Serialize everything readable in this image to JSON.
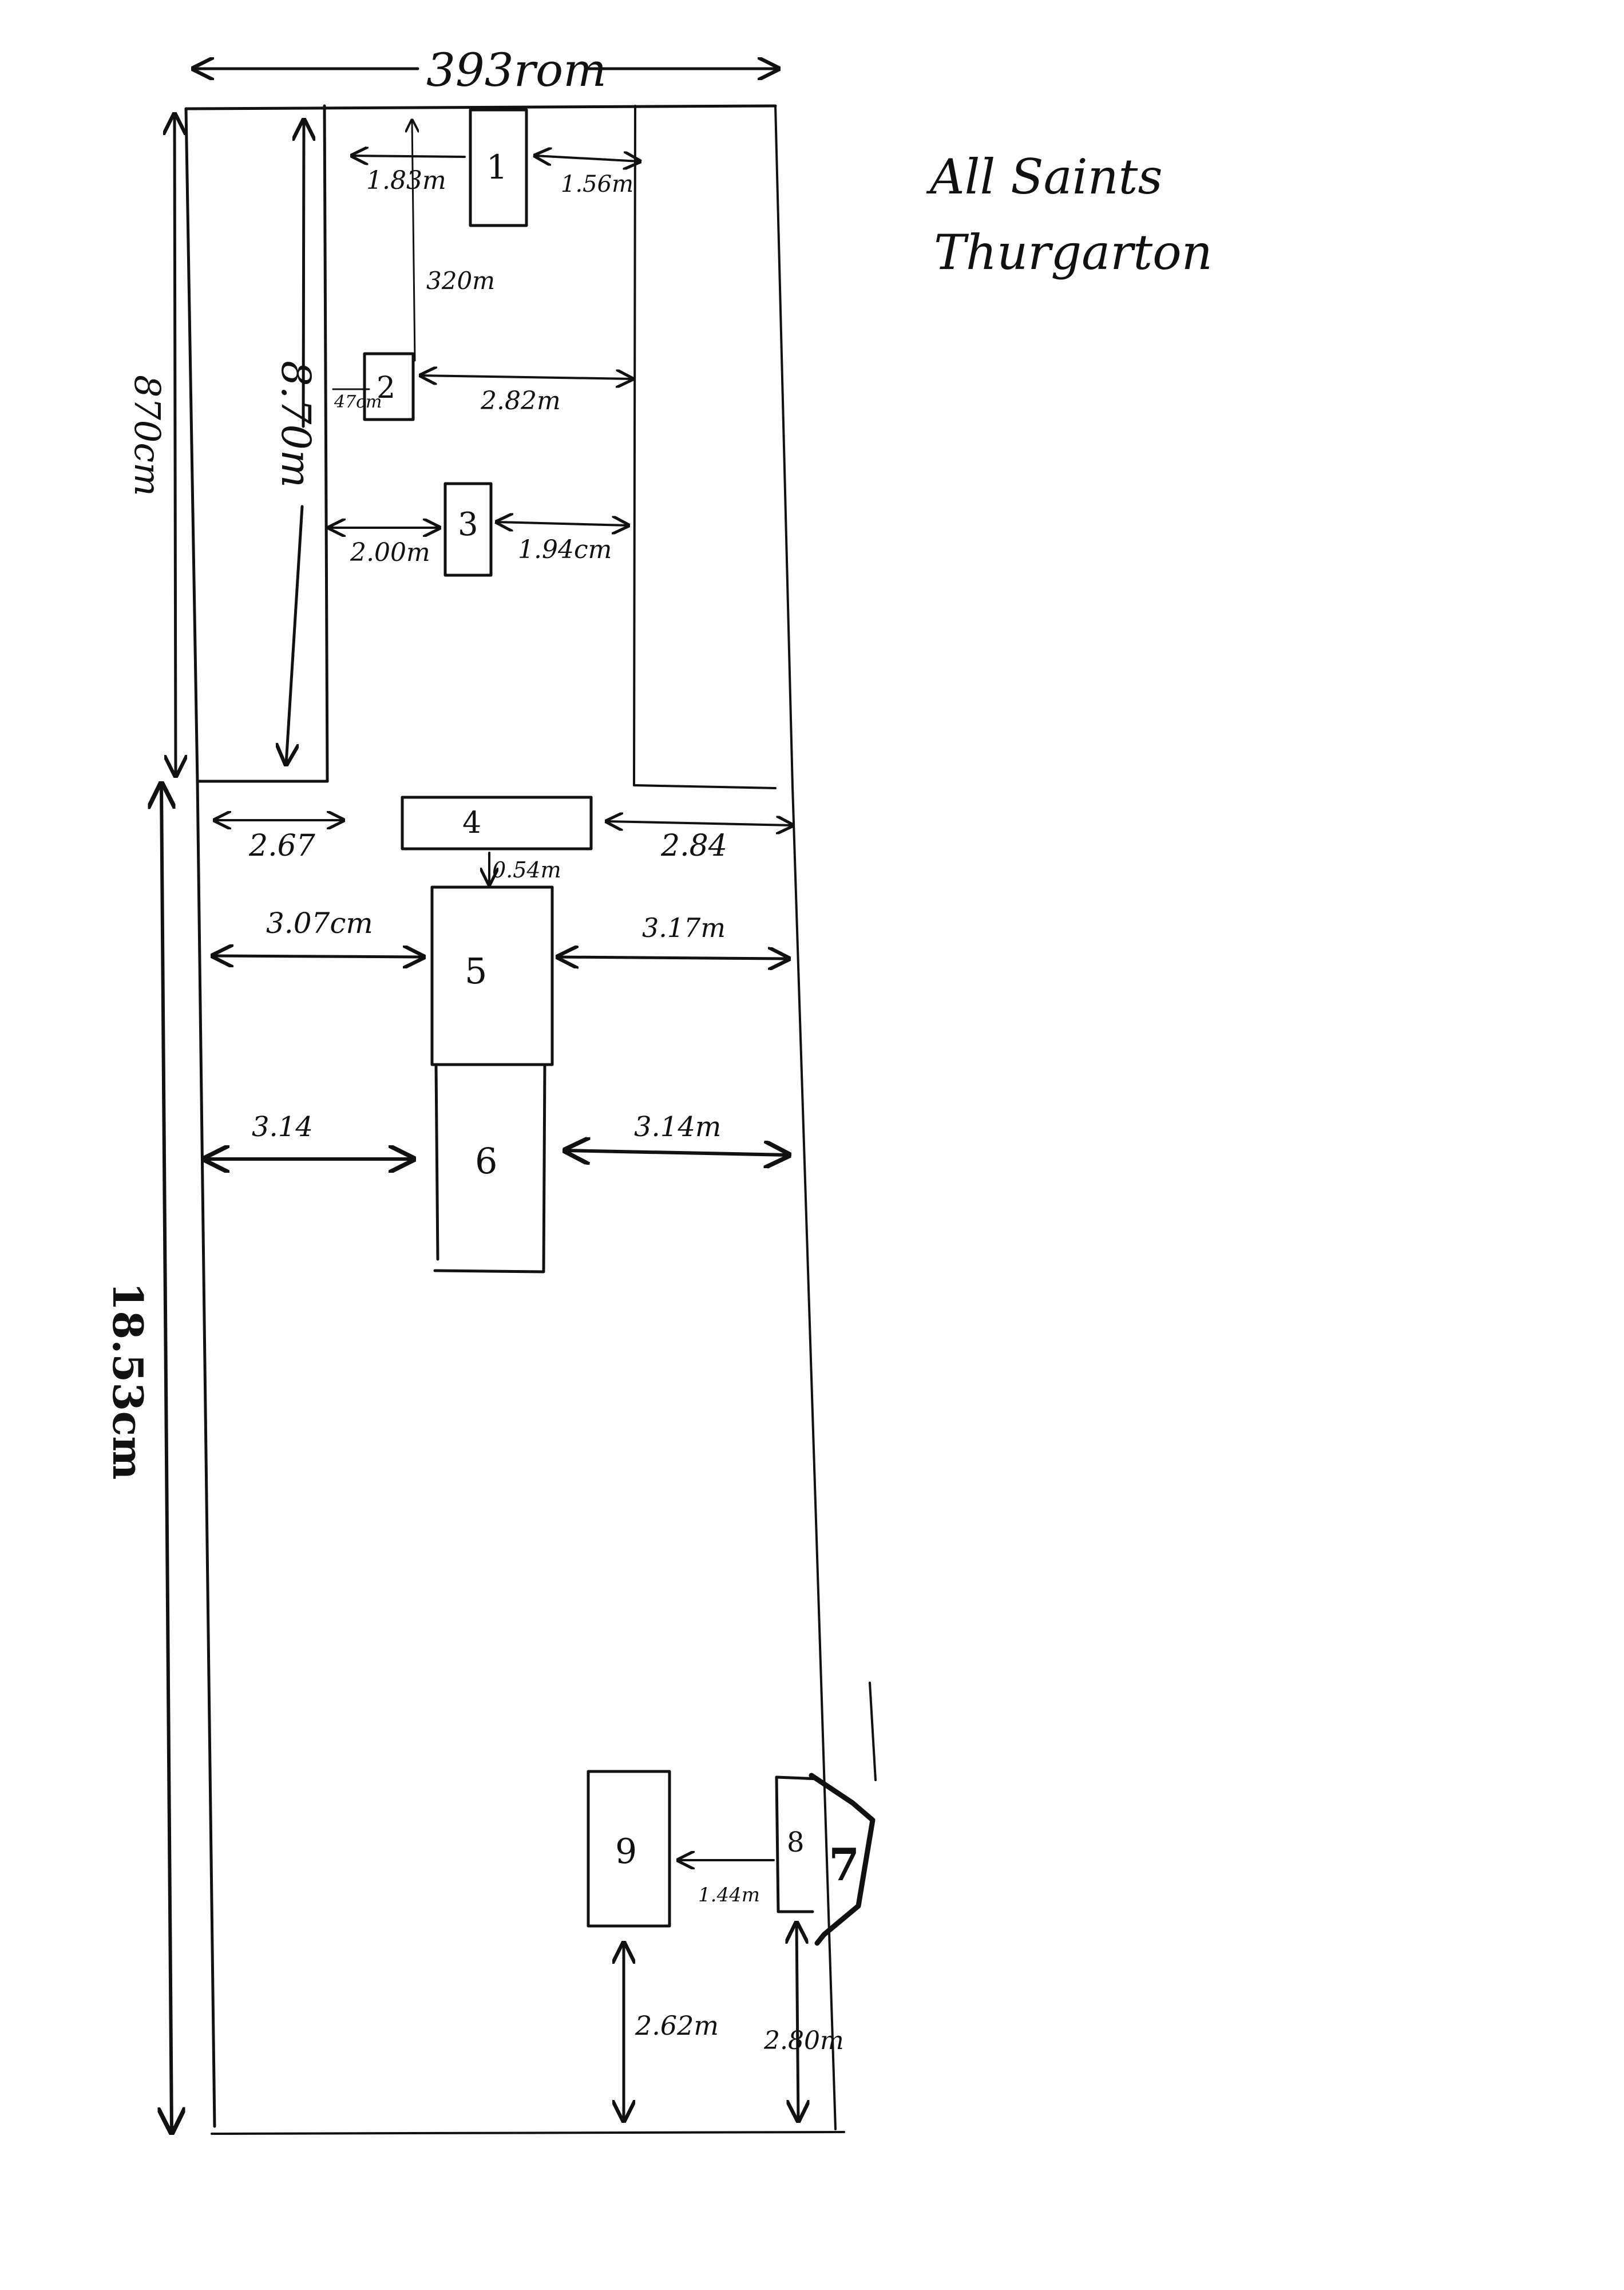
{
  "title": {
    "line1": "All Saints",
    "line2": "Thurgarton"
  },
  "colors": {
    "ink": "#111111",
    "paper": "#ffffff"
  },
  "overall": {
    "width_label": "393rom",
    "chancel_length_label": "870cm",
    "nave_length_label": "18.53cm",
    "inner_length_label": "8.70m"
  },
  "items": [
    {
      "id": "1",
      "label": "1"
    },
    {
      "id": "2",
      "label": "2"
    },
    {
      "id": "3",
      "label": "3"
    },
    {
      "id": "4",
      "label": "4"
    },
    {
      "id": "5",
      "label": "5"
    },
    {
      "id": "6",
      "label": "6"
    },
    {
      "id": "7",
      "label": "7"
    },
    {
      "id": "8",
      "label": "8"
    },
    {
      "id": "9",
      "label": "9"
    }
  ],
  "dimensions": {
    "d1_left": "1.83m",
    "d1_right": "1.56m",
    "d1_to_2": "320m",
    "d2_width": "47cm",
    "d2_right": "2.82m",
    "d3_left": "2.00m",
    "d3_right": "1.94cm",
    "d4_left": "2.67",
    "d4_right": "2.84",
    "d4_to_5": "0.54m",
    "d5_left": "3.07cm",
    "d5_right": "3.17m",
    "d6_left": "3.14",
    "d6_right": "3.14m",
    "d9_to_8": "1.44m",
    "d9_bottom": "2.62m",
    "d8_bottom": "2.80m"
  }
}
